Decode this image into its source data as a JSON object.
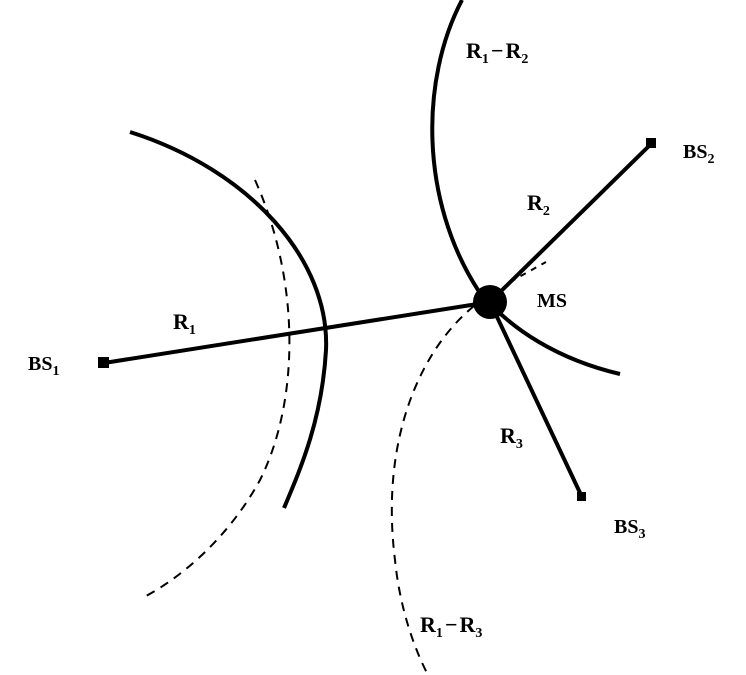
{
  "labels": {
    "bs1": {
      "main": "BS",
      "sub": "1"
    },
    "bs2": {
      "main": "BS",
      "sub": "2"
    },
    "bs3": {
      "main": "BS",
      "sub": "3"
    },
    "ms": "MS",
    "r1": {
      "main": "R",
      "sub": "1"
    },
    "r2": {
      "main": "R",
      "sub": "2"
    },
    "r3": {
      "main": "R",
      "sub": "3"
    },
    "r1_r2": {
      "a": "R",
      "a_sub": "1",
      "op": "−",
      "b": "R",
      "b_sub": "2"
    },
    "r1_r3": {
      "a": "R",
      "a_sub": "1",
      "op": "−",
      "b": "R",
      "b_sub": "3"
    }
  },
  "colors": {
    "ink": "#000000",
    "background": "#ffffff"
  }
}
